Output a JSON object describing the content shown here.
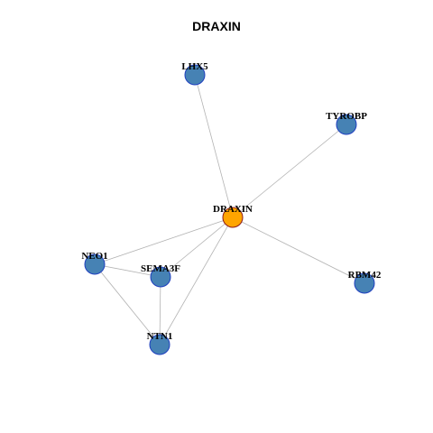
{
  "title": "DRAXIN",
  "colors": {
    "center_fill": "#FFA500",
    "center_stroke": "#8B1A1A",
    "node_fill": "#4682B4",
    "node_stroke": "#1F3FBF",
    "edge": "#B3B3B3"
  },
  "nodes": [
    {
      "id": "DRAXIN",
      "label": "DRAXIN",
      "center": true
    },
    {
      "id": "LHX5",
      "label": "LHX5"
    },
    {
      "id": "TYROBP",
      "label": "TYROBP"
    },
    {
      "id": "NEO1",
      "label": "NEO1"
    },
    {
      "id": "SEMA3F",
      "label": "SEMA3F"
    },
    {
      "id": "RBM42",
      "label": "RBM42"
    },
    {
      "id": "NTN1",
      "label": "NTN1"
    }
  ],
  "edges": [
    [
      "DRAXIN",
      "LHX5"
    ],
    [
      "DRAXIN",
      "TYROBP"
    ],
    [
      "DRAXIN",
      "NEO1"
    ],
    [
      "DRAXIN",
      "SEMA3F"
    ],
    [
      "DRAXIN",
      "RBM42"
    ],
    [
      "DRAXIN",
      "NTN1"
    ],
    [
      "NEO1",
      "SEMA3F"
    ],
    [
      "NEO1",
      "NTN1"
    ],
    [
      "SEMA3F",
      "NTN1"
    ]
  ]
}
